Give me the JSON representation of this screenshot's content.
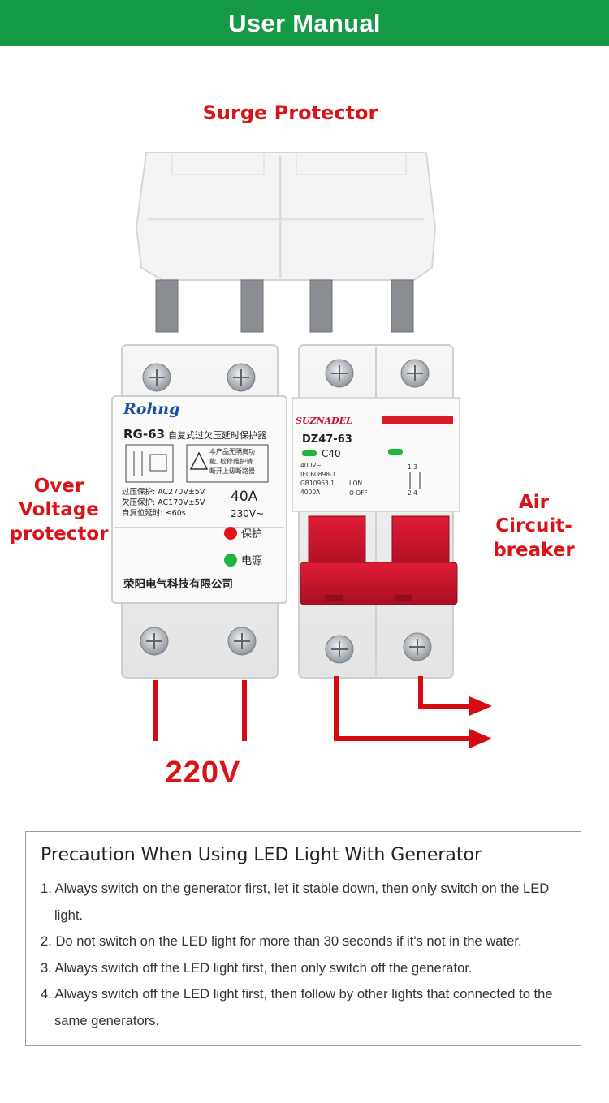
{
  "header": {
    "title": "User Manual"
  },
  "labels": {
    "surge_protector": "Surge Protector",
    "over_voltage_protector": [
      "Over",
      "Voltage",
      "protector"
    ],
    "air_circuit_breaker": [
      "Air",
      "Circuit-breaker"
    ],
    "voltage": "220V"
  },
  "device": {
    "brand_left": "Rohng",
    "model_left": "RG-63",
    "model_left_desc": "自复式过欠压延时保护器",
    "over_voltage_spec": "过压保护: AC270V±5V",
    "under_voltage_spec": "欠压保护: AC170V±5V",
    "reset_delay_spec": "自复位延时: ≤60s",
    "notice": [
      "本产品无隔离功",
      "能, 检修维护请",
      "断开上级断路器"
    ],
    "rating_current": "40A",
    "rating_voltage": "230V~",
    "led_protect": "保护",
    "led_power": "电源",
    "company": "荣阳电气科技有限公司",
    "brand_right": "SUZNADEL",
    "model_right": "DZ47-63",
    "rating_right": "C40",
    "spec_right": [
      "400V~",
      "IEC60898-1",
      "GB10963.1",
      "4000A"
    ],
    "on_label": "I ON",
    "off_label": "O OFF",
    "terminal_top": "1 3",
    "terminal_bottom": "2 4"
  },
  "colors": {
    "header_bg": "#149944",
    "label_red": "#d81418",
    "wire_red": "#d40c12",
    "breaker_red": "#c8102e"
  },
  "precaution": {
    "title": "Precaution When Using LED Light With Generator",
    "items": [
      "1. Always switch on the generator first, let it stable down, then only switch on the LED light.",
      "2. Do not switch on the LED light for more than 30 seconds if it's not in the water.",
      "3. Always switch off the LED light first, then only switch off the generator.",
      "4. Always switch off the LED light first, then follow by  other lights that connected to the same generators."
    ]
  }
}
